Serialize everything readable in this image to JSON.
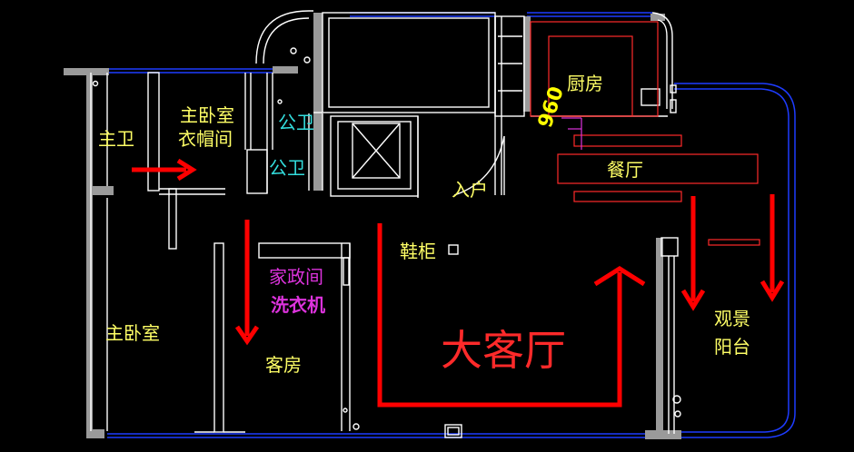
{
  "rooms": {
    "master_bath": "主卫",
    "master_closet_line1": "主卧室",
    "master_closet_line2": "衣帽间",
    "public_bath_1": "公卫",
    "public_bath_2": "公卫",
    "kitchen": "厨房",
    "dining": "餐厅",
    "entrance": "入户",
    "shoe_cabinet": "鞋柜",
    "housekeeping": "家政间",
    "washer": "洗衣机",
    "master_bedroom": "主卧室",
    "guest_room": "客房",
    "living_room": "大客厅",
    "balcony_line1": "观景",
    "balcony_line2": "阳台"
  },
  "dimension": "960",
  "colors": {
    "background": "#000000",
    "wall": "#ffffff",
    "wall_gray": "#9a9a9a",
    "window_blue": "#1e3cff",
    "label_yellow": "#ffff66",
    "label_cyan": "#33dddd",
    "label_magenta": "#dd33dd",
    "arrow_red": "#ff0000",
    "outline_red": "#ff2a2a"
  }
}
